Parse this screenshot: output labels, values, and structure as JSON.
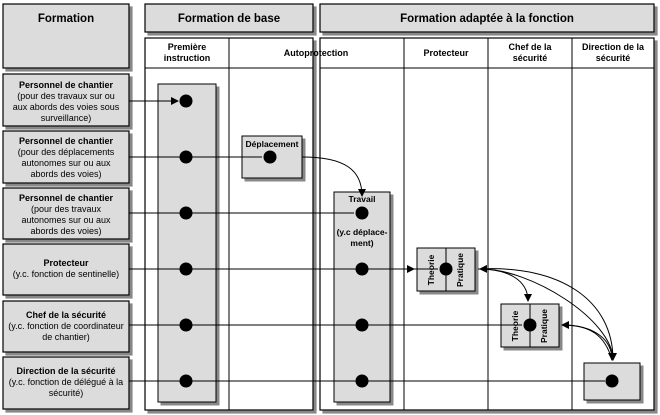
{
  "headers": {
    "formation": "Formation",
    "formation_de_base": "Formation de base",
    "formation_adaptee": "Formation adaptée à la fonction"
  },
  "columns": [
    {
      "line1": "Première",
      "line2": "instruction"
    },
    {
      "line1": "Autoprotection",
      "line2": ""
    },
    {
      "line1": "Protecteur",
      "line2": ""
    },
    {
      "line1": "Chef de la",
      "line2": "sécurité"
    },
    {
      "line1": "Direction de la",
      "line2": "sécurité"
    }
  ],
  "rows": [
    {
      "title": "Personnel de chantier",
      "desc": [
        "(pour des travaux sur ou",
        "aux abords des voies sous",
        "surveillance)"
      ]
    },
    {
      "title": "Personnel de chantier",
      "desc": [
        "(pour des déplacements",
        "autonomes sur ou aux",
        "abords des voies)"
      ]
    },
    {
      "title": "Personnel de chantier",
      "desc": [
        "(pour des travaux",
        "autonomes sur ou aux",
        "abords des voies)"
      ]
    },
    {
      "title": "Protecteur",
      "desc": [
        "(y.c. fonction de sentinelle)"
      ]
    },
    {
      "title": "Chef de la sécurité",
      "desc": [
        "(y.c. fonction de coordinateur",
        "de chantier)"
      ]
    },
    {
      "title": "Direction de la sécurité",
      "desc": [
        "(y.c. fonction de délégué à la",
        "sécurité)"
      ]
    }
  ],
  "boxes": {
    "deplacement": "Déplacement",
    "travail": "Travail",
    "travail_note_1": "(y.c déplace-",
    "travail_note_2": "ment)",
    "theorie": "Theorie",
    "pratique": "Pratique"
  },
  "colors": {
    "panel": "#dcdcdc",
    "line": "#000000",
    "background": "#ffffff"
  }
}
